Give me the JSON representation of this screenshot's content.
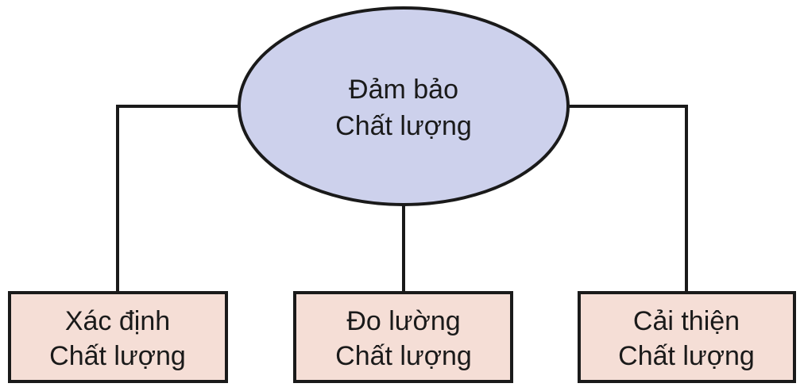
{
  "root": {
    "lines": [
      "Đảm bảo",
      "Chất lượng"
    ],
    "fill": "#cdd1ec"
  },
  "children": [
    {
      "lines": [
        "Xác định",
        "Chất lượng"
      ]
    },
    {
      "lines": [
        "Đo lường",
        "Chất lượng"
      ]
    },
    {
      "lines": [
        "Cải thiện",
        "Chất lượng"
      ]
    }
  ],
  "colors": {
    "child_fill": "#f5ded6",
    "stroke": "#1a1a1a"
  }
}
